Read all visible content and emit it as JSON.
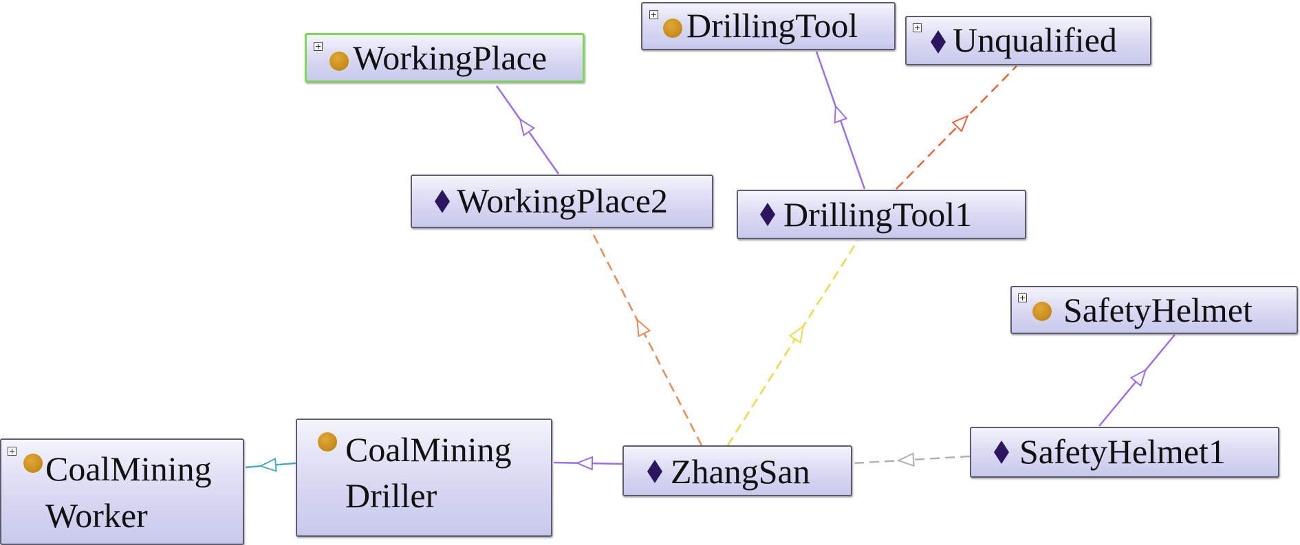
{
  "colors": {
    "subclass": "#9b6ee6",
    "type": "#9b6ee6",
    "hasWorkingPlace": "#e8895a",
    "hasTool": "#eed84a",
    "toolState": "#e8643c",
    "equipped": "#b0b0b0",
    "worker_link": "#4aaabf"
  },
  "nodes": {
    "working_place": {
      "label": "WorkingPlace",
      "kind": "class",
      "expandable": true,
      "selected": true
    },
    "drilling_tool": {
      "label": "DrillingTool",
      "kind": "class",
      "expandable": true
    },
    "unqualified": {
      "label": "Unqualified",
      "kind": "individual",
      "expandable": true
    },
    "working_place2": {
      "label": "WorkingPlace2",
      "kind": "individual"
    },
    "drilling_tool1": {
      "label": "DrillingTool1",
      "kind": "individual"
    },
    "safety_helmet": {
      "label": "SafetyHelmet",
      "kind": "class",
      "expandable": true
    },
    "coal_mining_worker": {
      "label_line1": "CoalMining",
      "label_line2": "Worker",
      "kind": "class",
      "expandable": true
    },
    "coal_mining_driller": {
      "label_line1": "CoalMining",
      "label_line2": "Driller",
      "kind": "class"
    },
    "zhang_san": {
      "label": "ZhangSan",
      "kind": "individual"
    },
    "safety_helmet1": {
      "label": "SafetyHelmet1",
      "kind": "individual"
    }
  },
  "edges": [
    {
      "from": "working_place2",
      "to": "working_place",
      "style": "solid",
      "color_key": "type"
    },
    {
      "from": "drilling_tool1",
      "to": "drilling_tool",
      "style": "solid",
      "color_key": "type"
    },
    {
      "from": "drilling_tool1",
      "to": "unqualified",
      "style": "dashed",
      "color_key": "toolState"
    },
    {
      "from": "zhang_san",
      "to": "working_place2",
      "style": "dashed",
      "color_key": "hasWorkingPlace"
    },
    {
      "from": "zhang_san",
      "to": "drilling_tool1",
      "style": "dashed",
      "color_key": "hasTool"
    },
    {
      "from": "safety_helmet1",
      "to": "safety_helmet",
      "style": "solid",
      "color_key": "type"
    },
    {
      "from": "coal_mining_driller",
      "to": "coal_mining_worker",
      "style": "solid",
      "color_key": "worker_link"
    },
    {
      "from": "zhang_san",
      "to": "coal_mining_driller",
      "style": "solid",
      "color_key": "type"
    },
    {
      "from": "safety_helmet1",
      "to": "zhang_san",
      "style": "dashed",
      "color_key": "equipped"
    }
  ]
}
